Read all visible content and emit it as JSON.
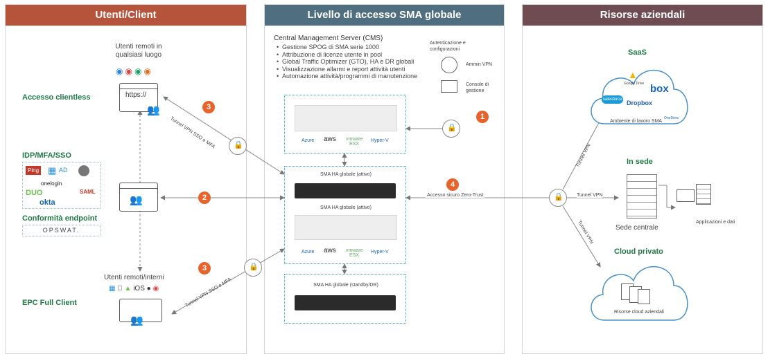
{
  "colors": {
    "left_head": "#b5533b",
    "mid_head": "#4f6f80",
    "right_head": "#6f4b52",
    "badge": "#e8632b",
    "accent_green": "#1f7a45",
    "dotted": "#2aa3c9"
  },
  "columns": {
    "left": {
      "title": "Utenti/Client"
    },
    "middle": {
      "title": "Livello di accesso SMA globale"
    },
    "right": {
      "title": "Risorse aziendali"
    }
  },
  "left": {
    "remote_users": "Utenti remoti in qualsiasi luogo",
    "clientless_label": "Accesso clientless",
    "browser_url": "https://",
    "idp_label": "IDP/MFA/SSO",
    "idp_logos": [
      "Ping",
      "AD",
      "onelogin",
      "DUO",
      "okta",
      "SAML"
    ],
    "endpoint_label": "Conformità endpoint",
    "opswat": "OPSWAT.",
    "internal_users": "Utenti remoti/interni",
    "os_icons": [
      "iOS"
    ],
    "epc_label": "EPC Full Client"
  },
  "middle": {
    "cms_title": "Central Management Server (CMS)",
    "cms_items": [
      "Gestione SPOG di SMA serie 1000",
      "Attribuzione di licenze utente in pool",
      "Global Traffic Optimizer (GTO), HA e DR globali",
      "Visualizzazione allarmi e report attività utenti",
      "Automazione attività/programmi di manutenzione"
    ],
    "auth_config": "Autenticazione e configurazioni",
    "admin_vpn": "Ammin VPN",
    "console": "Console di gestione",
    "cloud_logos": [
      "Azure",
      "aws",
      "vmware ESX",
      "Hyper-V"
    ],
    "ha_active_1": "SMA HA globale (attivo)",
    "ha_active_2": "SMA HA globale (attivo)",
    "ha_standby": "SMA HA globale (standby/DR)",
    "zero_trust": "Accesso sicuro Zero-Trust"
  },
  "badges": [
    "1",
    "2",
    "3",
    "3",
    "4"
  ],
  "tunnels": {
    "top_left": "Tunnel VPN SSO e MFA",
    "bottom_left": "Tunnel VPN SSO e MFA",
    "right_up": "Tunnel VPN",
    "right_mid": "Tunnel VPN",
    "right_down": "Tunnel VPN"
  },
  "right": {
    "saas_label": "SaaS",
    "saas_logos": [
      "Google Drive",
      "box",
      "salesforce",
      "Dropbox",
      "OneDrive"
    ],
    "saas_caption": "Ambiente di lavoro SMA",
    "onprem_label": "In sede",
    "hq_label": "Sede centrale",
    "apps_label": "Applicazioni e dati",
    "private_label": "Cloud privato",
    "private_caption": "Risorse cloud aziendali"
  }
}
